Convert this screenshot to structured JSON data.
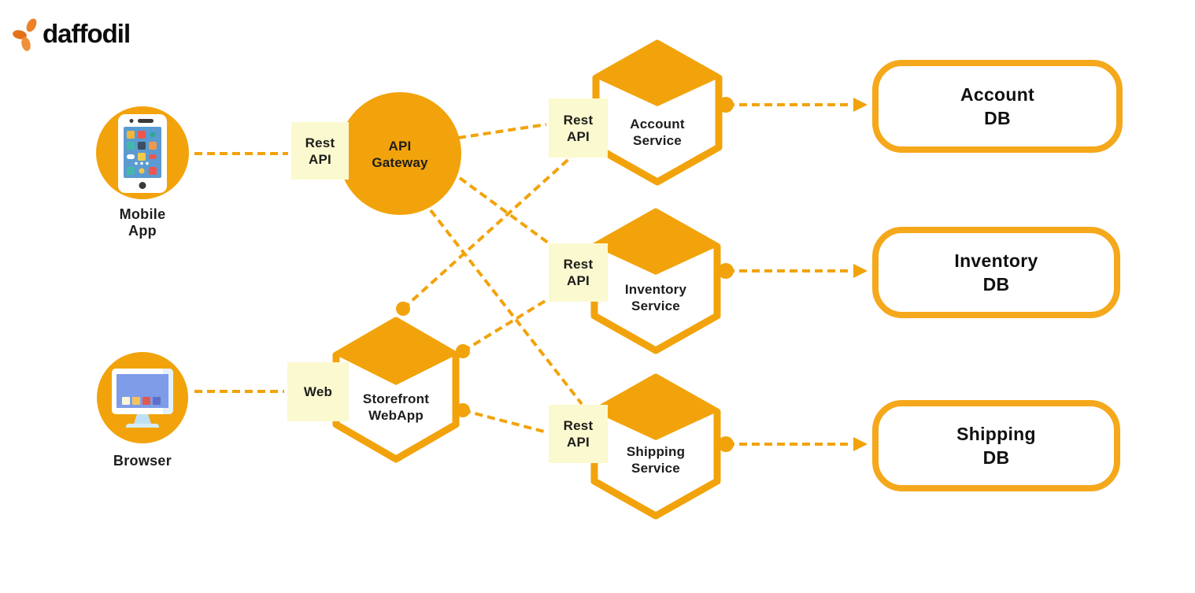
{
  "logo": {
    "text": "daffodil",
    "icon": "daffodil-flower-icon"
  },
  "colors": {
    "accent_orange": "#F2A30B",
    "db_border_orange": "#F5A81B",
    "sticky_yellow": "#FBF9CF",
    "text_dark": "#1D1D1B",
    "phone_screen_blue": "#5B9BD1",
    "monitor_screen_blue": "#7E9CE8"
  },
  "clients": {
    "mobile": {
      "icon": "smartphone-icon",
      "caption_line1": "Mobile",
      "caption_line2": "App"
    },
    "browser": {
      "icon": "desktop-monitor-icon",
      "caption": "Browser"
    }
  },
  "gateway": {
    "sticky_line1": "Rest",
    "sticky_line2": "API",
    "label_line1": "API",
    "label_line2": "Gateway"
  },
  "storefront": {
    "sticky": "Web",
    "label_line1": "Storefront",
    "label_line2": "WebApp"
  },
  "services": {
    "account": {
      "sticky_line1": "Rest",
      "sticky_line2": "API",
      "label_line1": "Account",
      "label_line2": "Service",
      "db_line1": "Account",
      "db_line2": "DB"
    },
    "inventory": {
      "sticky_line1": "Rest",
      "sticky_line2": "API",
      "label_line1": "Inventory",
      "label_line2": "Service",
      "db_line1": "Inventory",
      "db_line2": "DB"
    },
    "shipping": {
      "sticky_line1": "Rest",
      "sticky_line2": "API",
      "label_line1": "Shipping",
      "label_line2": "Service",
      "db_line1": "Shipping",
      "db_line2": "DB"
    }
  },
  "connections": [
    {
      "from": "Mobile App",
      "to": "API Gateway",
      "via": "Rest API"
    },
    {
      "from": "Browser",
      "to": "Storefront WebApp",
      "via": "Web"
    },
    {
      "from": "API Gateway",
      "to": "Account Service",
      "via": "Rest API"
    },
    {
      "from": "API Gateway",
      "to": "Inventory Service",
      "via": "Rest API"
    },
    {
      "from": "API Gateway",
      "to": "Shipping Service",
      "via": "Rest API"
    },
    {
      "from": "Storefront WebApp",
      "to": "Account Service",
      "via": "Rest API"
    },
    {
      "from": "Storefront WebApp",
      "to": "Inventory Service",
      "via": "Rest API"
    },
    {
      "from": "Storefront WebApp",
      "to": "Shipping Service",
      "via": "Rest API"
    },
    {
      "from": "Account Service",
      "to": "Account DB"
    },
    {
      "from": "Inventory Service",
      "to": "Inventory DB"
    },
    {
      "from": "Shipping Service",
      "to": "Shipping DB"
    }
  ]
}
